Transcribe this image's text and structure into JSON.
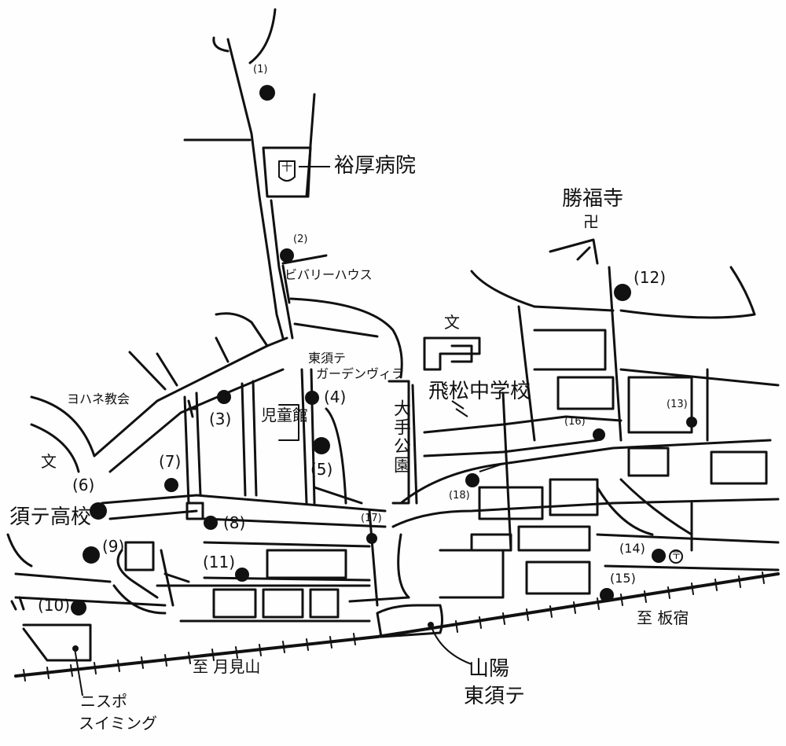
{
  "map": {
    "labels": {
      "hospital": "裕厚病院",
      "beverly_house": "ビバリーハウス",
      "higashisuma_garden_villa_1": "東須テ",
      "higashisuma_garden_villa_2": "ガーデンヴィラ",
      "jidoukan": "児童館",
      "yohane_church": "ヨハネ教会",
      "school_symbol_left": "文",
      "school_symbol_center": "文",
      "suma_high_school": "須テ高校",
      "shofukuji": "勝福寺",
      "temple_symbol": "卍",
      "takamatsu_junior_high": "飛松中学校",
      "ote_park": "大手公園",
      "sanyo_station_1": "山陽",
      "sanyo_station_2": "東須テ",
      "to_tsukimiyama": "至 月見山",
      "to_itayado": "至 板宿",
      "nisspo_swimming_1": "ニスポ",
      "nisspo_swimming_2": "スイミング",
      "post_office_symbol": "〒"
    },
    "markers": [
      "(1)",
      "(2)",
      "(3)",
      "(4)",
      "(5)",
      "(6)",
      "(7)",
      "(8)",
      "(9)",
      "(10)",
      "(11)",
      "(12)",
      "(13)",
      "(14)",
      "(15)",
      "(16)",
      "(17)",
      "(18)"
    ]
  }
}
